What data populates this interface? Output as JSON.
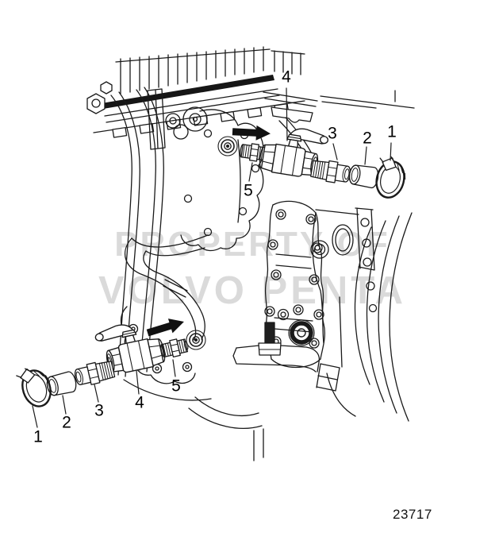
{
  "figure_number": "23717",
  "watermark": {
    "line1": "PROPERTY OF",
    "line2": "VOLVO PENTA"
  },
  "callouts": {
    "upper": {
      "part1": "1",
      "part2": "2",
      "part3": "3",
      "part4": "4",
      "part5": "5"
    },
    "lower": {
      "part1": "1",
      "part2": "2",
      "part3": "3",
      "part4": "4",
      "part5": "5"
    }
  },
  "icons": {
    "direction_arrow": "solid-black-install-direction-arrow"
  },
  "colors": {
    "line": "#1a1a1a",
    "background": "#ffffff",
    "watermark_gray": "#bdbdbd"
  }
}
